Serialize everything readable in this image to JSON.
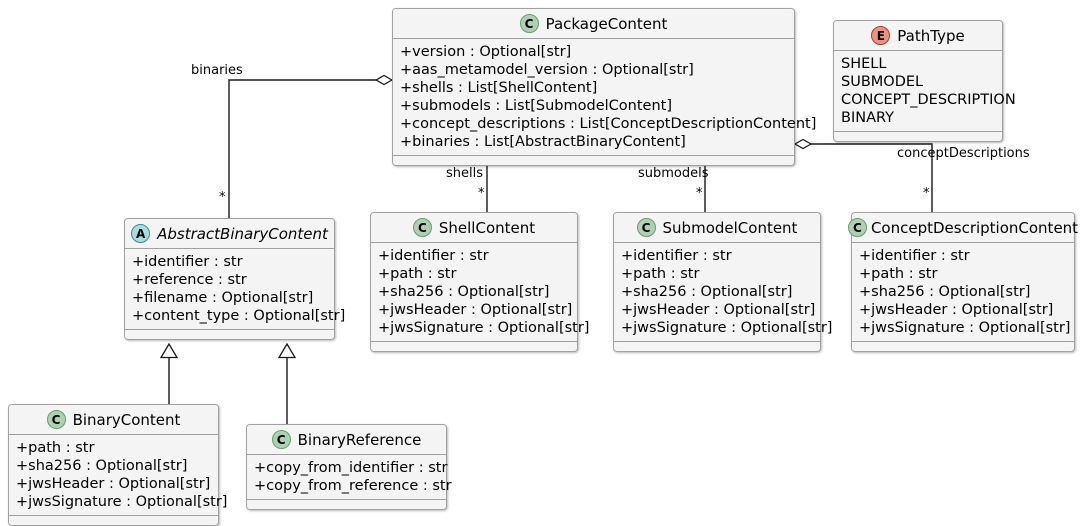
{
  "diagram": {
    "kind": "uml-class-diagram",
    "background": "#ffffff",
    "palette": {
      "box_fill": "#f4f4f4",
      "box_border": "#a0a0a0",
      "class_icon_fill": "#ADD1B2",
      "abstract_icon_fill": "#A9DCDF",
      "enum_icon_fill": "#EB937F",
      "line": "#181818"
    },
    "classes": [
      {
        "id": "package-content",
        "name": "PackageContent",
        "stereotype": "C",
        "stereotype_name": "class-icon",
        "abstract": false,
        "attributes": [
          "+version : Optional[str]",
          "+aas_metamodel_version : Optional[str]",
          "+shells : List[ShellContent]",
          "+submodels : List[SubmodelContent]",
          "+concept_descriptions : List[ConceptDescriptionContent]",
          "+binaries : List[AbstractBinaryContent]"
        ]
      },
      {
        "id": "path-type",
        "name": "PathType",
        "stereotype": "E",
        "stereotype_name": "enum-icon",
        "abstract": false,
        "attributes": [
          "SHELL",
          "SUBMODEL",
          "CONCEPT_DESCRIPTION",
          "BINARY"
        ]
      },
      {
        "id": "abstract-binary-content",
        "name": "AbstractBinaryContent",
        "stereotype": "A",
        "stereotype_name": "abstract-icon",
        "abstract": true,
        "attributes": [
          "+identifier : str",
          "+reference : str",
          "+filename : Optional[str]",
          "+content_type : Optional[str]"
        ]
      },
      {
        "id": "shell-content",
        "name": "ShellContent",
        "stereotype": "C",
        "stereotype_name": "class-icon",
        "abstract": false,
        "attributes": [
          "+identifier : str",
          "+path : str",
          "+sha256 : Optional[str]",
          "+jwsHeader : Optional[str]",
          "+jwsSignature : Optional[str]"
        ]
      },
      {
        "id": "submodel-content",
        "name": "SubmodelContent",
        "stereotype": "C",
        "stereotype_name": "class-icon",
        "abstract": false,
        "attributes": [
          "+identifier : str",
          "+path : str",
          "+sha256 : Optional[str]",
          "+jwsHeader : Optional[str]",
          "+jwsSignature : Optional[str]"
        ]
      },
      {
        "id": "concept-description-content",
        "name": "ConceptDescriptionContent",
        "stereotype": "C",
        "stereotype_name": "class-icon",
        "abstract": false,
        "attributes": [
          "+identifier : str",
          "+path : str",
          "+sha256 : Optional[str]",
          "+jwsHeader : Optional[str]",
          "+jwsSignature : Optional[str]"
        ]
      },
      {
        "id": "binary-content",
        "name": "BinaryContent",
        "stereotype": "C",
        "stereotype_name": "class-icon",
        "abstract": false,
        "attributes": [
          "+path : str",
          "+sha256 : Optional[str]",
          "+jwsHeader : Optional[str]",
          "+jwsSignature : Optional[str]"
        ]
      },
      {
        "id": "binary-reference",
        "name": "BinaryReference",
        "stereotype": "C",
        "stereotype_name": "class-icon",
        "abstract": false,
        "attributes": [
          "+copy_from_identifier : str",
          "+copy_from_reference : str"
        ]
      }
    ],
    "relations": [
      {
        "id": "rel-binaries",
        "type": "aggregation",
        "from": "PackageContent",
        "to": "AbstractBinaryContent",
        "label": "binaries",
        "multiplicity": "*"
      },
      {
        "id": "rel-shells",
        "type": "aggregation",
        "from": "PackageContent",
        "to": "ShellContent",
        "label": "shells",
        "multiplicity": "*"
      },
      {
        "id": "rel-submodels",
        "type": "aggregation",
        "from": "PackageContent",
        "to": "SubmodelContent",
        "label": "submodels",
        "multiplicity": "*"
      },
      {
        "id": "rel-concept-descriptions",
        "type": "aggregation",
        "from": "PackageContent",
        "to": "ConceptDescriptionContent",
        "label": "conceptDescriptions",
        "multiplicity": "*"
      },
      {
        "id": "rel-inherit-binary-content",
        "type": "generalization",
        "from": "BinaryContent",
        "to": "AbstractBinaryContent",
        "label": "",
        "multiplicity": ""
      },
      {
        "id": "rel-inherit-binary-reference",
        "type": "generalization",
        "from": "BinaryReference",
        "to": "AbstractBinaryContent",
        "label": "",
        "multiplicity": ""
      }
    ]
  }
}
